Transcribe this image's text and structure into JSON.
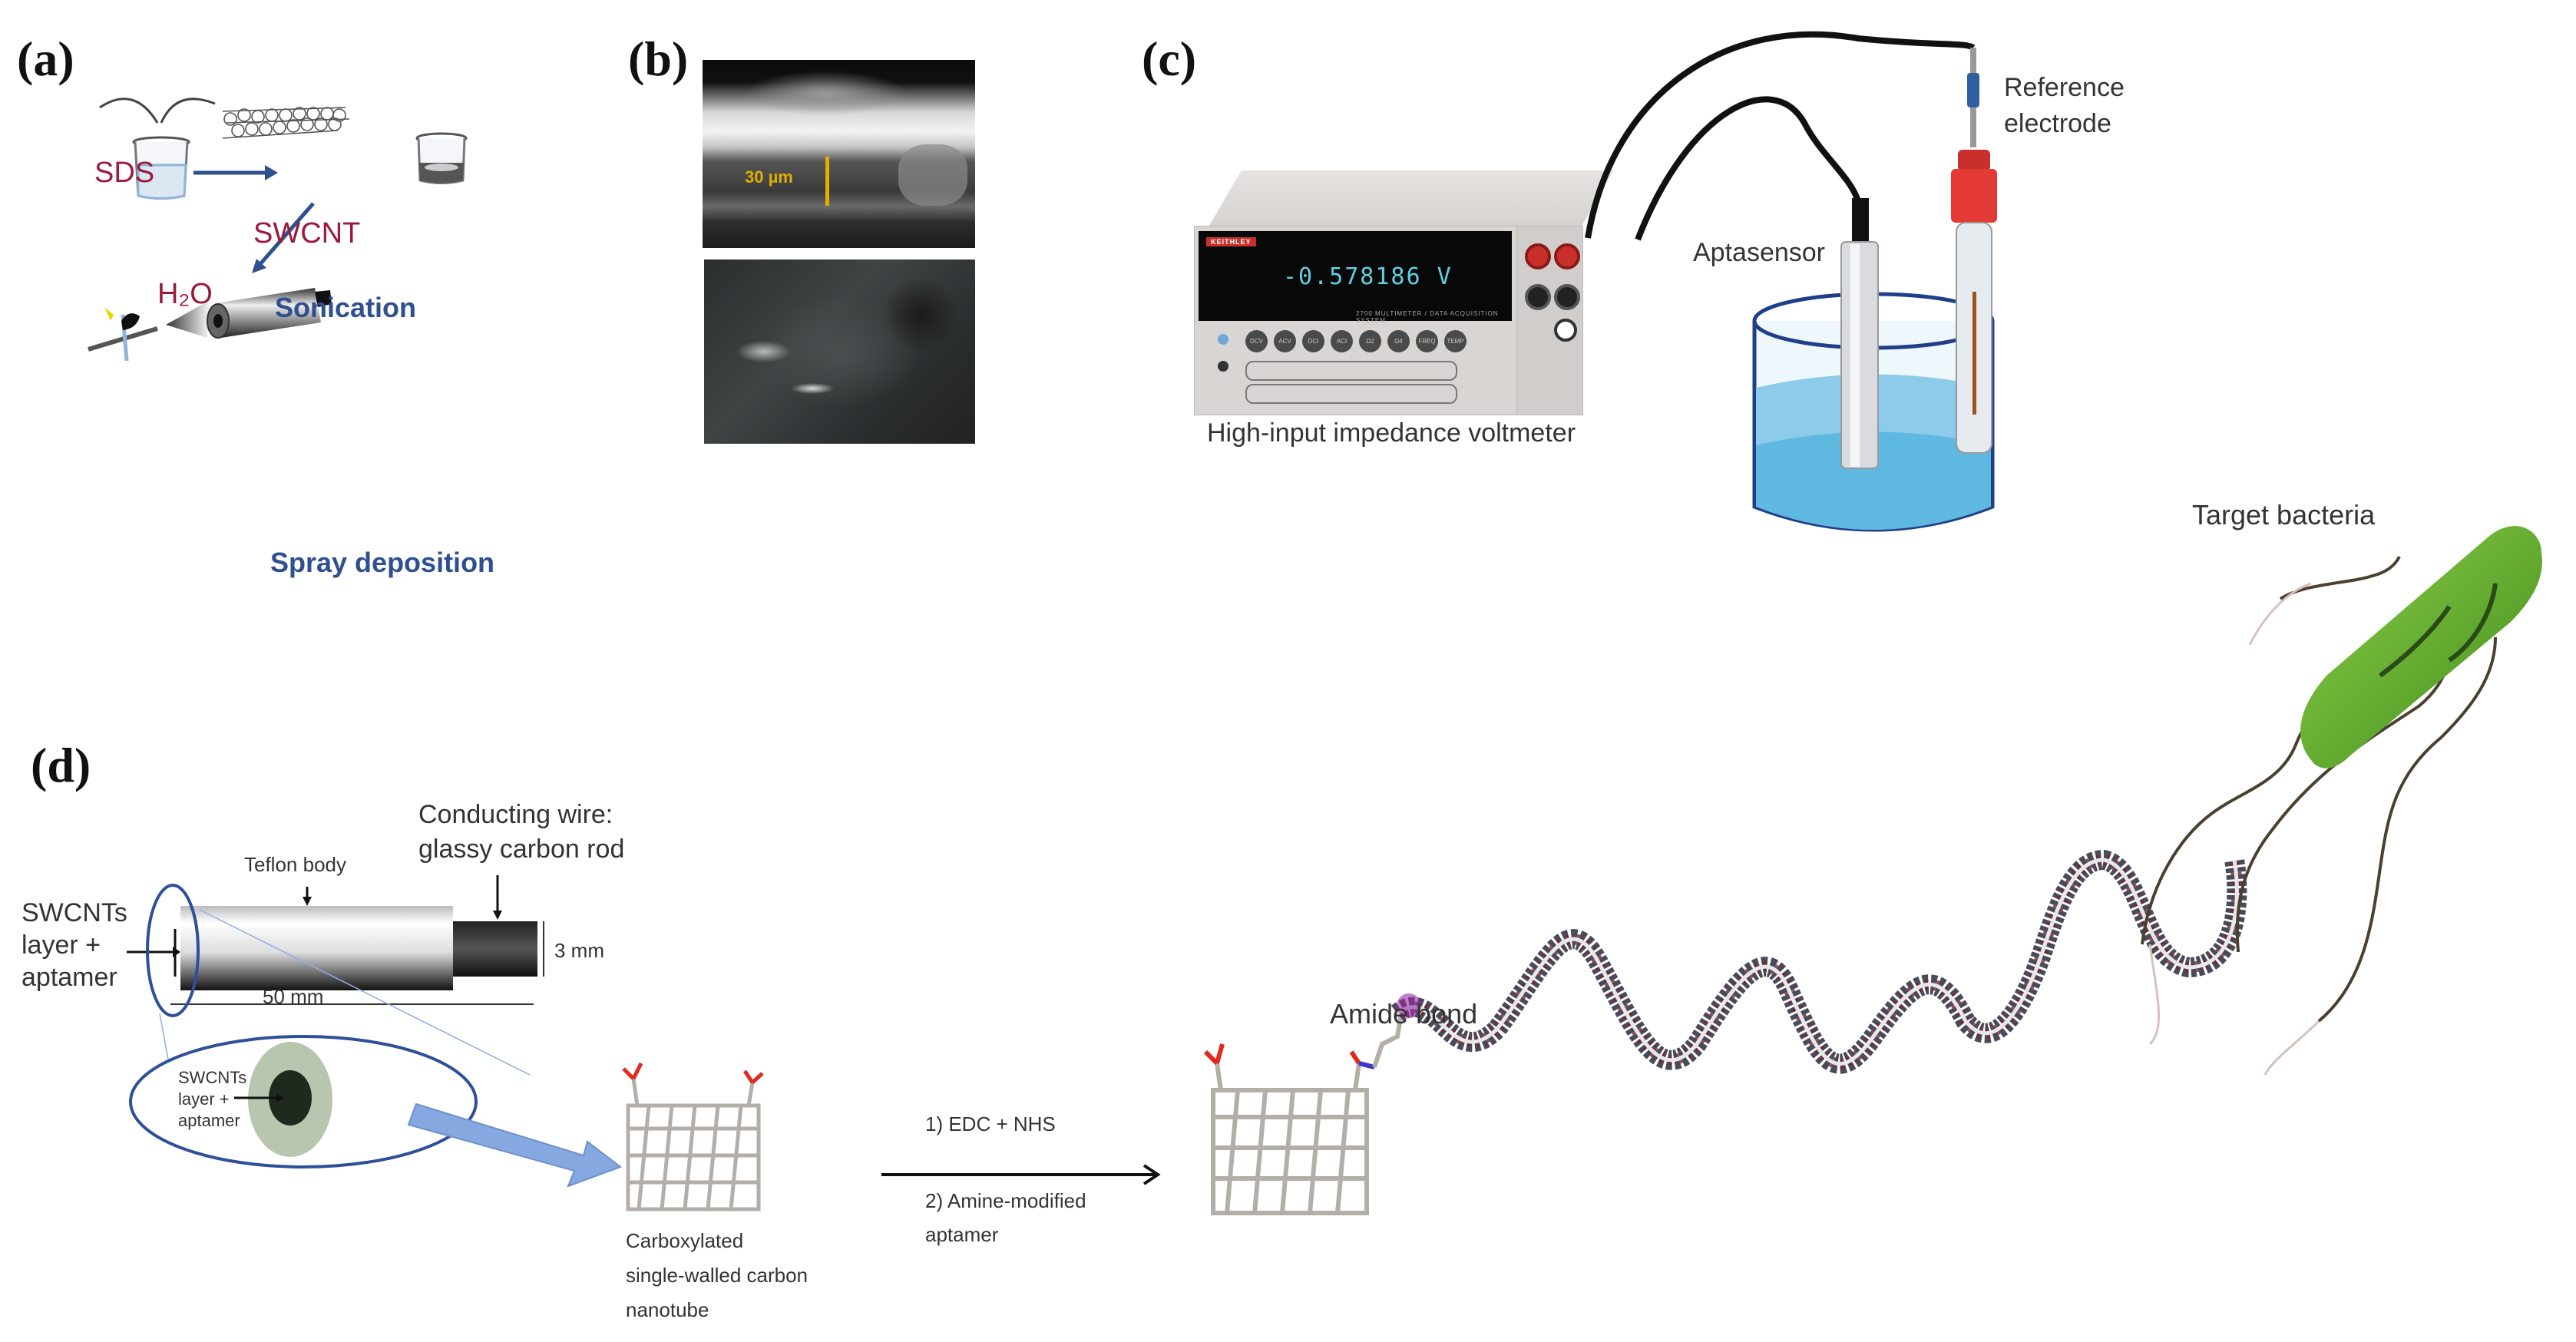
{
  "panels": {
    "a": {
      "label": "(a)",
      "sds": "SDS",
      "swcnt": "SWCNT",
      "water": "H₂O",
      "sonication": "Sonication",
      "spray": "Spray deposition"
    },
    "b": {
      "label": "(b)",
      "scale_bar": "30 µm",
      "top_image": "sem-cross-section",
      "bottom_image": "sem-surface"
    },
    "c": {
      "label": "(c)",
      "instrument_brand": "KEITHLEY",
      "display_reading": "-0.578186 V",
      "display_caption": "2700 MULTIMETER / DATA ACQUISITION SYSTEM",
      "buttons": [
        "DCV",
        "ACV",
        "DCI",
        "ACI",
        "Ω2",
        "Ω4",
        "FREQ",
        "TEMP"
      ],
      "voltmeter": "High-input impedance voltmeter",
      "aptasensor": "Aptasensor",
      "reference_line1": "Reference",
      "reference_line2": "electrode",
      "colors": {
        "water": "#5fb8e0",
        "reference_cap": "#e43a35",
        "cable": "#111111"
      }
    },
    "d": {
      "label": "(d)",
      "teflon": "Teflon body",
      "wire_line1": "Conducting wire:",
      "wire_line2": "glassy carbon rod",
      "swcnt_line1": "SWCNTs",
      "swcnt_line2": "layer +",
      "swcnt_line3": "aptamer",
      "dim_length": "50 mm",
      "dim_diameter": "3 mm",
      "inset_line1": "SWCNTs",
      "inset_line2": "layer +",
      "inset_line3": "aptamer",
      "nanotube_line1": "Carboxylated",
      "nanotube_line2": "single-walled carbon",
      "nanotube_line3": "nanotube",
      "step1": "1) EDC + NHS",
      "step2_line1": "2) Amine-modified",
      "step2_line2": "aptamer",
      "amide": "Amide bond",
      "bacteria": "Target bacteria",
      "colors": {
        "bacteria": "#5aad2a",
        "arrow": "#86a8e0",
        "ellipse": "#2f4f9a"
      }
    }
  }
}
